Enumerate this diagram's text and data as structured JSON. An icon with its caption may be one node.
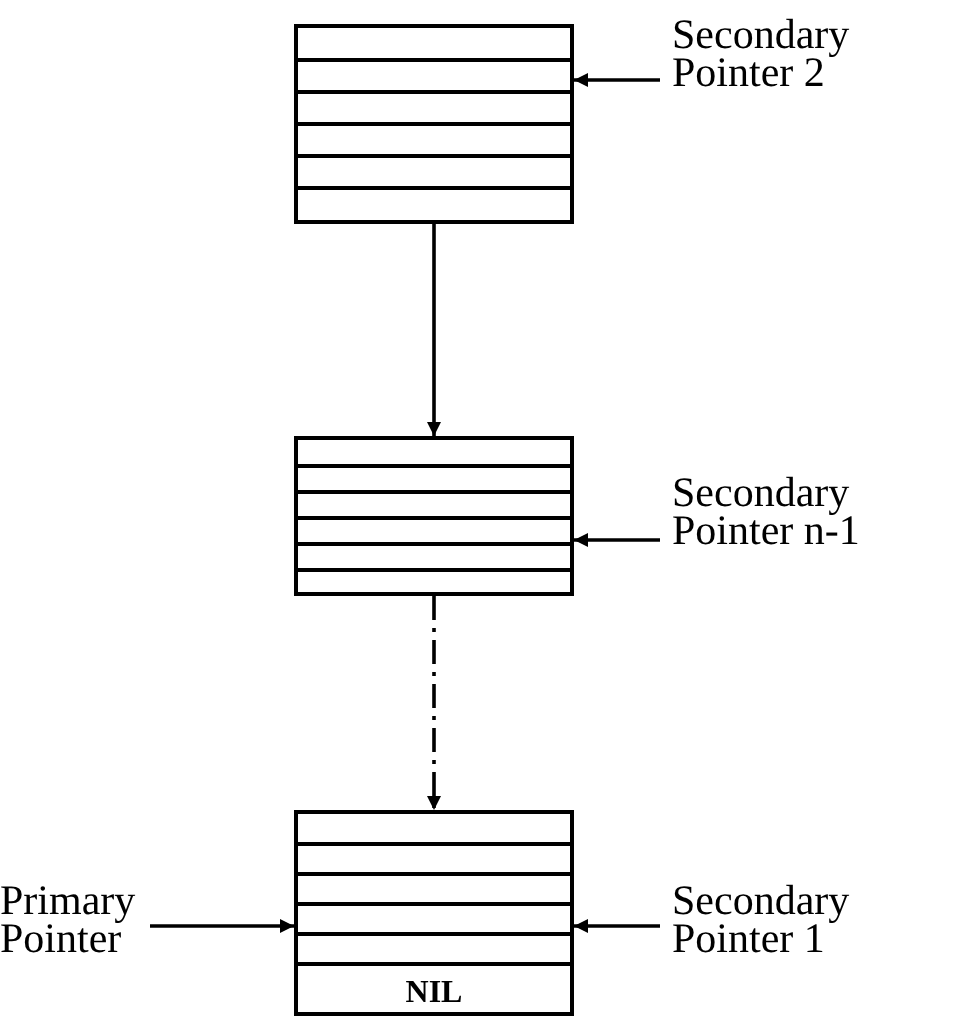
{
  "diagram": {
    "nodes": [
      {
        "text": [],
        "shape": "box"
      },
      {
        "text": [
          "Secondary Pointer 2"
        ]
      },
      {
        "text": [],
        "shape": "box"
      },
      {
        "text": [
          "Secondary Pointer n-1"
        ]
      },
      {
        "text": [
          "NIL"
        ]
      },
      {
        "text": [
          "Primary Pointer"
        ]
      },
      {
        "text": [
          "Secondary Pointer 1"
        ]
      }
    ],
    "edges": [
      {
        "from": 1,
        "to": 0,
        "arrow": "to"
      },
      {
        "from": 0,
        "to": 2,
        "arrow": "to"
      },
      {
        "from": 3,
        "to": 2,
        "arrow": "to"
      },
      {
        "from": 2,
        "to": 4,
        "arrow": "to",
        "style": "dashed"
      },
      {
        "from": 5,
        "to": 4,
        "arrow": "to"
      },
      {
        "from": 6,
        "to": 4,
        "arrow": "to"
      }
    ]
  }
}
